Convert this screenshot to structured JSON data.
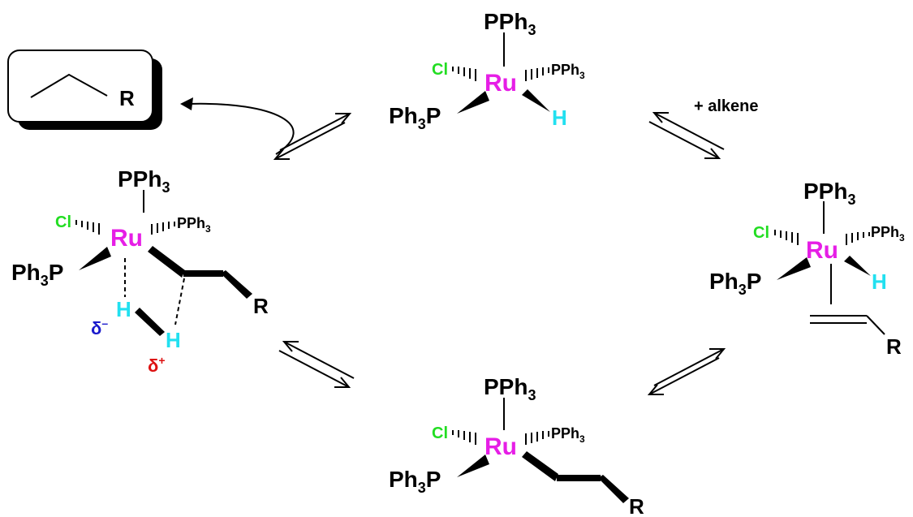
{
  "diagram": {
    "labels": {
      "ru": "Ru",
      "cl": "Cl",
      "pph3": "PPh",
      "sub3": "3",
      "ph3p_ph": "Ph",
      "ph3p_p": "P",
      "h": "H",
      "r": "R",
      "alkene_text": "+ alkene",
      "delta_minus_sym": "δ",
      "delta_minus_sign": "–",
      "delta_plus_sym": "δ",
      "delta_plus_sign": "+"
    },
    "colors": {
      "ruthenium": "#e61ee6",
      "chlorine": "#22dd22",
      "hydrogen": "#22e0f0",
      "delta_minus": "#1a1acc",
      "delta_plus": "#dd1111"
    }
  }
}
